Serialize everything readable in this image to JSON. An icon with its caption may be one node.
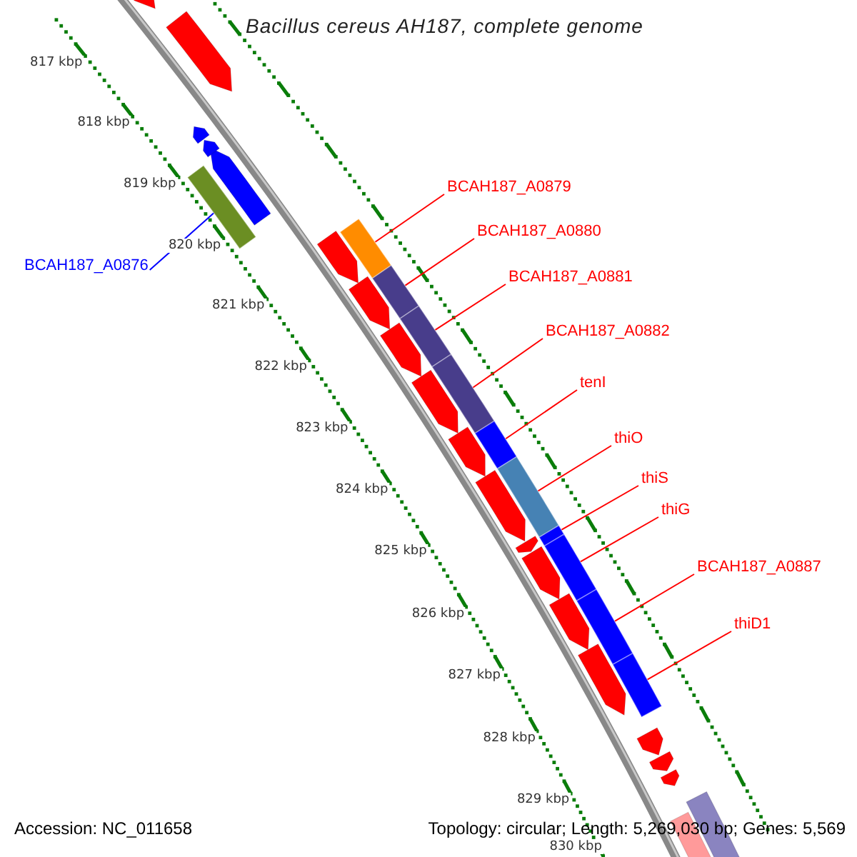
{
  "diagram": {
    "title": "Bacillus cereus AH187, complete genome",
    "nodes": [
      {
        "text": [
          "BCAH187_A0876"
        ]
      },
      {
        "text": [
          "BCAH187_A0879"
        ]
      },
      {
        "text": [
          "BCAH187_A0880"
        ]
      },
      {
        "text": [
          "BCAH187_A0881"
        ]
      },
      {
        "text": [
          "BCAH187_A0882"
        ]
      },
      {
        "text": [
          "tenI"
        ]
      },
      {
        "text": [
          "thiO"
        ]
      },
      {
        "text": [
          "thiS"
        ]
      },
      {
        "text": [
          "thiG"
        ]
      },
      {
        "text": [
          "BCAH187_A0887"
        ]
      },
      {
        "text": [
          "thiD1"
        ]
      },
      {
        "text": [],
        "shape": "bar"
      },
      {
        "text": [],
        "shape": "bar"
      },
      {
        "text": [],
        "shape": "bar"
      },
      {
        "text": [],
        "shape": "bar"
      },
      {
        "text": [],
        "shape": "bar"
      },
      {
        "text": [],
        "shape": "bar"
      },
      {
        "text": [],
        "shape": "bar"
      },
      {
        "text": [],
        "shape": "bar"
      },
      {
        "text": [],
        "shape": "bar"
      },
      {
        "text": [],
        "shape": "bar"
      },
      {
        "text": [],
        "shape": "bar"
      }
    ],
    "edges": [
      {
        "from": 0,
        "to": 11,
        "arrow": "none",
        "color": "#0000ff"
      },
      {
        "from": 1,
        "to": 12,
        "arrow": "none"
      },
      {
        "from": 2,
        "to": 13,
        "arrow": "none"
      },
      {
        "from": 3,
        "to": 14,
        "arrow": "none"
      },
      {
        "from": 4,
        "to": 15,
        "arrow": "none"
      },
      {
        "from": 5,
        "to": 16,
        "arrow": "none"
      },
      {
        "from": 6,
        "to": 17,
        "arrow": "none"
      },
      {
        "from": 7,
        "to": 18,
        "arrow": "none"
      },
      {
        "from": 8,
        "to": 19,
        "arrow": "none"
      },
      {
        "from": 9,
        "to": 20,
        "arrow": "none"
      },
      {
        "from": 10,
        "to": 21,
        "arrow": "none"
      }
    ],
    "labels": [
      "817 kbp",
      "818 kbp",
      "819 kbp",
      "820 kbp",
      "821 kbp",
      "822 kbp",
      "823 kbp",
      "824 kbp",
      "825 kbp",
      "826 kbp",
      "827 kbp",
      "828 kbp",
      "829 kbp",
      "830 kbp",
      "Accession: NC_011658",
      "Topology: circular; Length: 5,269,030 bp; Genes: 5,569"
    ]
  }
}
